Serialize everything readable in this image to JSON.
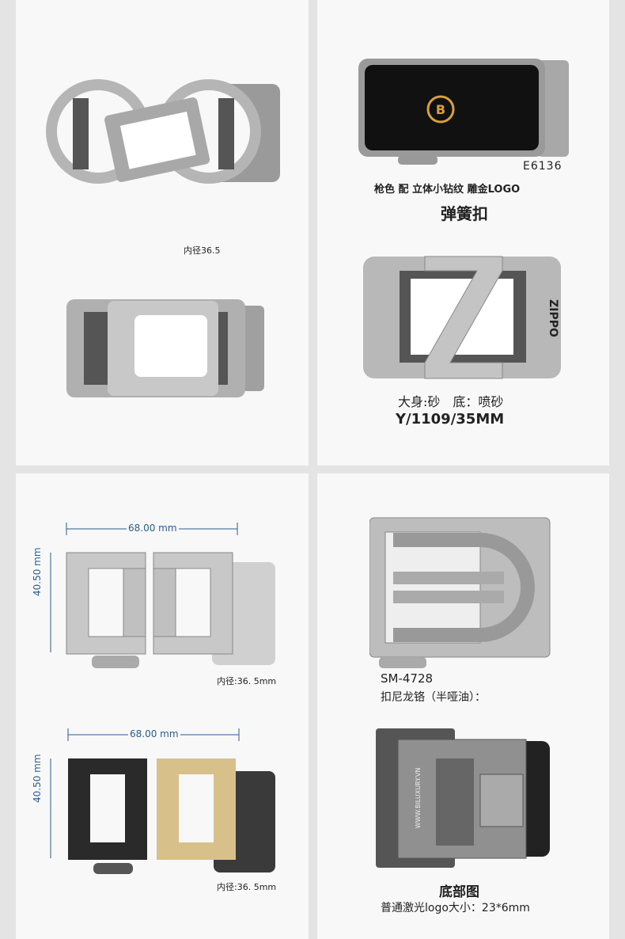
{
  "panel1": {
    "inner_diameter_label": "内径36.5"
  },
  "panel2": {
    "model_code": "E6136",
    "description": "枪色 配 立体小钻纹 雕金LOGO",
    "buckle_type": "弹簧扣",
    "side_text": "ZIPPO",
    "finish": "大身:砂　底：喷砂",
    "model_size": "Y/1109/35MM"
  },
  "panel3": {
    "width_dim_1": "68.00 mm",
    "height_dim_1": "40.50 mm",
    "inner_diameter_1": "内径:36. 5mm",
    "width_dim_2": "68.00 mm",
    "height_dim_2": "40.50 mm",
    "inner_diameter_2": "内径:36. 5mm"
  },
  "panel4": {
    "model_code": "SM-4728",
    "description": "扣尼龙铬（半哑油）：",
    "engraving": "WWW.BILUXURY.VN",
    "bottom_title": "底部图",
    "laser_logo_size": "普通激光logo大小：23*6mm"
  },
  "colors": {
    "dimension_line": "#2a5d8a",
    "gold": "#d8c08a",
    "black": "#2a2a2a",
    "steel": "#b8b8b8"
  }
}
